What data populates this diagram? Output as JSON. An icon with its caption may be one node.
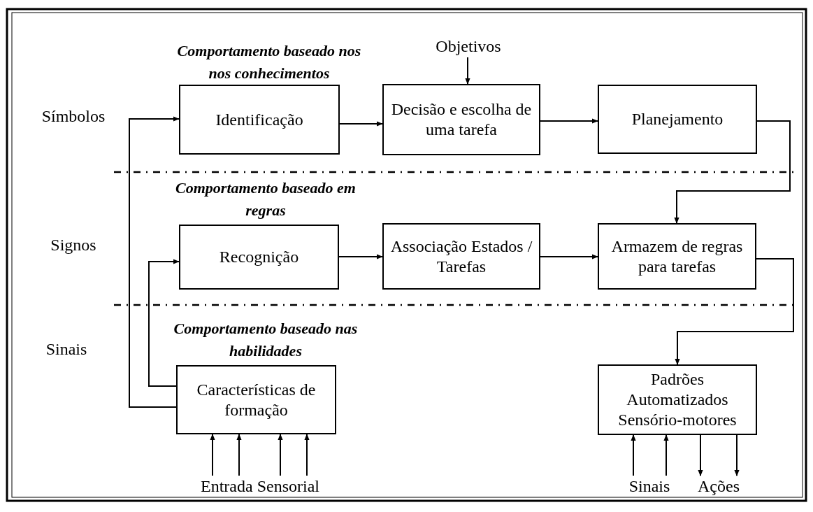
{
  "diagram": {
    "nodes": [
      {
        "text": [
          "Identificação"
        ]
      },
      {
        "text": [
          "Decisão e escolha de uma tarefa"
        ]
      },
      {
        "text": [
          "Planejamento"
        ]
      },
      {
        "text": [
          "Recognição"
        ]
      },
      {
        "text": [
          "Associação Estados / Tarefas"
        ]
      },
      {
        "text": [
          "Armazem de regras para tarefas"
        ]
      },
      {
        "text": [
          "Características de formação"
        ]
      },
      {
        "text": [
          "Padrões Automatizados Sensório-motores"
        ]
      },
      {
        "text": [
          "Objetivos"
        ]
      },
      {
        "text": [
          "Entrada Sensorial"
        ]
      },
      {
        "text": [
          "Sinais"
        ]
      },
      {
        "text": [
          "Ações"
        ]
      }
    ],
    "edges": [
      {
        "from": 8,
        "to": 1,
        "arrow": "to"
      },
      {
        "from": 0,
        "to": 1,
        "arrow": "to"
      },
      {
        "from": 1,
        "to": 2,
        "arrow": "to"
      },
      {
        "from": 2,
        "to": 5,
        "arrow": "to"
      },
      {
        "from": 3,
        "to": 4,
        "arrow": "to"
      },
      {
        "from": 4,
        "to": 5,
        "arrow": "to"
      },
      {
        "from": 5,
        "to": 7,
        "arrow": "to"
      },
      {
        "from": 6,
        "to": 0,
        "arrow": "to"
      },
      {
        "from": 6,
        "to": 3,
        "arrow": "to"
      },
      {
        "from": 9,
        "to": 6,
        "arrow": "to"
      },
      {
        "from": 9,
        "to": 6,
        "arrow": "to"
      },
      {
        "from": 9,
        "to": 6,
        "arrow": "to"
      },
      {
        "from": 9,
        "to": 6,
        "arrow": "to"
      },
      {
        "from": 10,
        "to": 7,
        "arrow": "to"
      },
      {
        "from": 10,
        "to": 7,
        "arrow": "to"
      },
      {
        "from": 7,
        "to": 11,
        "arrow": "to"
      },
      {
        "from": 7,
        "to": 11,
        "arrow": "to"
      }
    ],
    "labels": [
      "Comportamento baseado nos nos conhecimentos",
      "Símbolos",
      "Comportamento baseado em regras",
      "Signos",
      "Comportamento baseado nas habilidades",
      "Sinais"
    ]
  }
}
